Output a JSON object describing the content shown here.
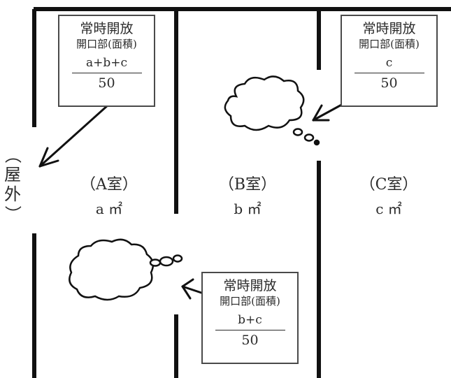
{
  "outside_label": {
    "open": "（",
    "text_1": "屋",
    "text_2": "外",
    "close": "）"
  },
  "rooms": [
    {
      "label": "（A室）",
      "area": "a ㎡"
    },
    {
      "label": "（B室）",
      "area": "b ㎡"
    },
    {
      "label": "（C室）",
      "area": "c ㎡"
    }
  ],
  "notes": [
    {
      "title": "常時開放",
      "subtitle": "開口部(面積)",
      "numerator": "a+b+c",
      "denominator": "50"
    },
    {
      "title": "常時開放",
      "subtitle": "開口部(面積)",
      "numerator": "c",
      "denominator": "50"
    },
    {
      "title": "常時開放",
      "subtitle": "開口部(面積)",
      "numerator": "b+c",
      "denominator": "50"
    }
  ],
  "colors": {
    "wall": "#111111",
    "ink": "#2b2b2b",
    "box_border": "#4a4a4a",
    "background": "#ffffff"
  }
}
